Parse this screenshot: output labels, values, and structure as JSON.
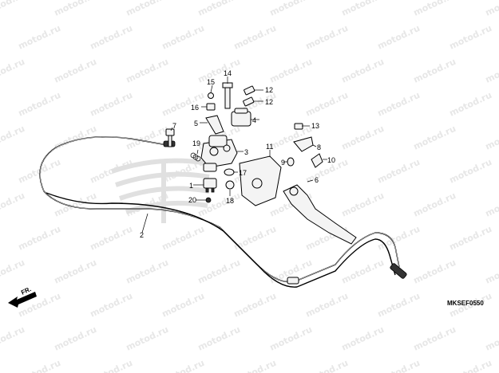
{
  "diagram_code": "MKSEF0550",
  "front_indicator": "FR.",
  "watermark_text": "motod.ru",
  "callouts": [
    {
      "id": "c1",
      "label": "1"
    },
    {
      "id": "c2",
      "label": "2"
    },
    {
      "id": "c3",
      "label": "3"
    },
    {
      "id": "c4",
      "label": "4"
    },
    {
      "id": "c5",
      "label": "5"
    },
    {
      "id": "c6",
      "label": "6"
    },
    {
      "id": "c7",
      "label": "7"
    },
    {
      "id": "c8",
      "label": "8"
    },
    {
      "id": "c9",
      "label": "9"
    },
    {
      "id": "c10",
      "label": "10"
    },
    {
      "id": "c11",
      "label": "11"
    },
    {
      "id": "c12a",
      "label": "12"
    },
    {
      "id": "c12b",
      "label": "12"
    },
    {
      "id": "c13",
      "label": "13"
    },
    {
      "id": "c14",
      "label": "14"
    },
    {
      "id": "c15",
      "label": "15"
    },
    {
      "id": "c16",
      "label": "16"
    },
    {
      "id": "c17",
      "label": "17"
    },
    {
      "id": "c18",
      "label": "18"
    },
    {
      "id": "c19",
      "label": "19"
    },
    {
      "id": "c20",
      "label": "20"
    }
  ]
}
